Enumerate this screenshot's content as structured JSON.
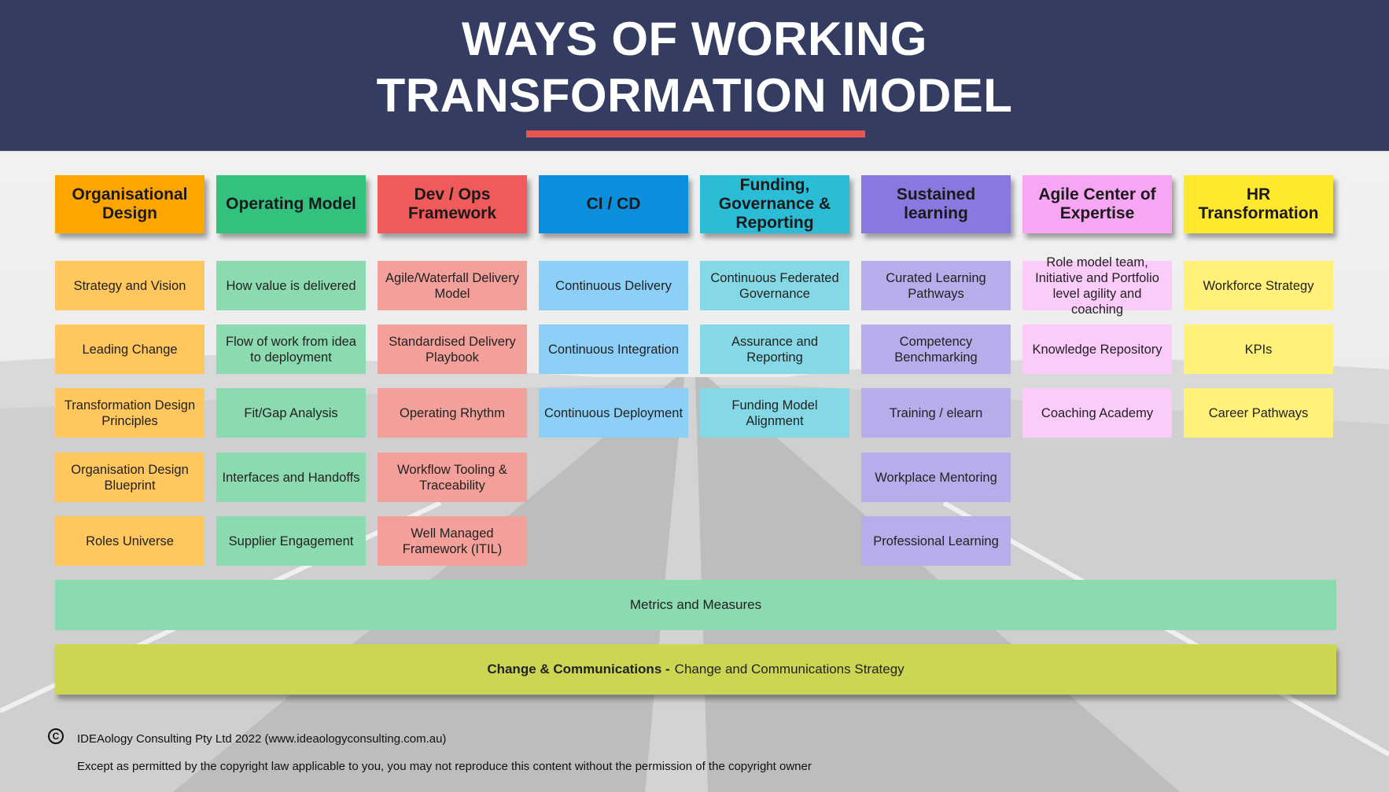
{
  "title": {
    "line1": "WAYS OF WORKING",
    "line2": "TRANSFORMATION MODEL"
  },
  "columns": [
    {
      "header": "Organisational Design",
      "header_color": "#ffa500",
      "cell_color": "#ffc75e",
      "items": [
        "Strategy and Vision",
        "Leading Change",
        "Transformation Design Principles",
        "Organisation Design Blueprint",
        "Roles Universe"
      ]
    },
    {
      "header": "Operating Model",
      "header_color": "#33c17e",
      "cell_color": "#8cdab0",
      "items": [
        "How value is delivered",
        "Flow of work from idea to deployment",
        "Fit/Gap Analysis",
        "Interfaces and Handoffs",
        "Supplier Engagement"
      ]
    },
    {
      "header": "Dev / Ops Framework",
      "header_color": "#f05a5a",
      "cell_color": "#f4a09a",
      "items": [
        "Agile/Waterfall Delivery Model",
        "Standardised Delivery Playbook",
        "Operating Rhythm",
        "Workflow Tooling & Traceability",
        "Well Managed Framework (ITIL)"
      ]
    },
    {
      "header": "CI / CD",
      "header_color": "#0a8fdc",
      "cell_color": "#8cd0f8",
      "items": [
        "Continuous Delivery",
        "Continuous Integration",
        "Continuous Deployment"
      ]
    },
    {
      "header": "Funding, Governance & Reporting",
      "header_color": "#2bbcd6",
      "cell_color": "#85d9e6",
      "items": [
        "Continuous Federated Governance",
        "Assurance and Reporting",
        "Funding Model Alignment"
      ]
    },
    {
      "header": "Sustained learning",
      "header_color": "#8a78e0",
      "cell_color": "#b8acea",
      "items": [
        "Curated Learning Pathways",
        "Competency Benchmarking",
        "Training / elearn",
        "Workplace Mentoring",
        "Professional Learning"
      ]
    },
    {
      "header": "Agile Center of Expertise",
      "header_color": "#f7a6f4",
      "cell_color": "#fbcbfa",
      "items": [
        "Role model team, Initiative and Portfolio level agility and coaching",
        "Knowledge Repository",
        "Coaching Academy"
      ]
    },
    {
      "header": "HR Transformation",
      "header_color": "#ffe92e",
      "cell_color": "#fff179",
      "items": [
        "Workforce Strategy",
        "KPIs",
        "Career Pathways"
      ]
    }
  ],
  "bands": {
    "metrics": "Metrics and Measures",
    "change_bold": "Change & Communications -",
    "change_rest": "Change and Communications Strategy"
  },
  "footer": {
    "copyright": "IDEAology Consulting Pty Ltd 2022 (www.ideaologyconsulting.com.au)",
    "notice": "Except as permitted by the copyright law applicable to you, you may not reproduce this content without the permission of the copyright owner"
  },
  "colors": {
    "header_bg": "#343d61",
    "title_rule": "#e8564f",
    "metrics_band": "#8cdab0",
    "change_band": "#cdd652"
  },
  "icons": {
    "copyright": "copyright-icon"
  }
}
